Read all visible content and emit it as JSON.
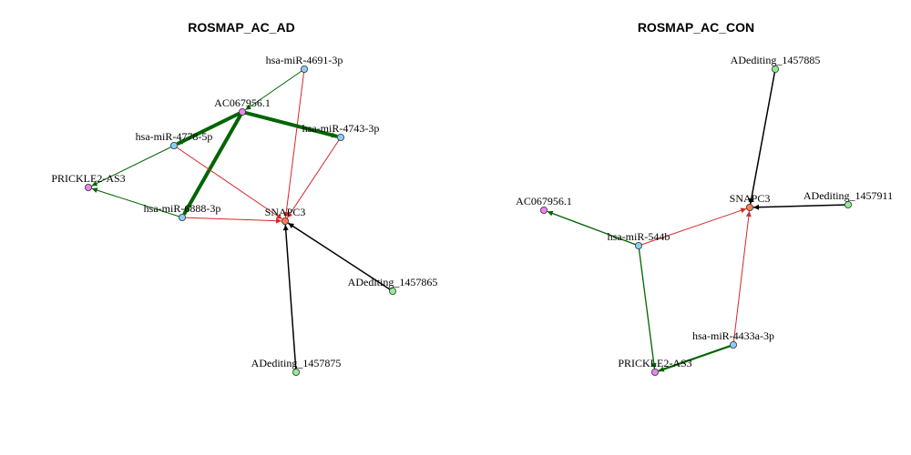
{
  "colors": {
    "mirna": "#87CEFA",
    "lncrna": "#EE82EE",
    "gene": "#FF7F50",
    "editing": "#90EE90",
    "edge_green": "#006400",
    "edge_red": "#D62728",
    "edge_black": "#000000"
  },
  "networks": [
    {
      "title": "ROSMAP_AC_AD",
      "nodes": [
        {
          "id": "hsa-miR-4691-3p",
          "type": "mirna"
        },
        {
          "id": "AC067956.1",
          "type": "lncrna"
        },
        {
          "id": "hsa-miR-4743-3p",
          "type": "mirna"
        },
        {
          "id": "hsa-miR-4778-5p",
          "type": "mirna"
        },
        {
          "id": "PRICKLE2-AS3",
          "type": "lncrna"
        },
        {
          "id": "hsa-miR-6888-3p",
          "type": "mirna"
        },
        {
          "id": "SNAPC3",
          "type": "gene"
        },
        {
          "id": "ADediting_1457865",
          "type": "editing"
        },
        {
          "id": "ADediting_1457875",
          "type": "editing"
        }
      ],
      "edges": [
        {
          "from": "hsa-miR-4691-3p",
          "to": "AC067956.1",
          "kind": "green",
          "weight": 1
        },
        {
          "from": "hsa-miR-4691-3p",
          "to": "SNAPC3",
          "kind": "red",
          "weight": 1
        },
        {
          "from": "AC067956.1",
          "to": "hsa-miR-4778-5p",
          "kind": "green",
          "weight": 4
        },
        {
          "from": "AC067956.1",
          "to": "hsa-miR-6888-3p",
          "kind": "green",
          "weight": 4
        },
        {
          "from": "AC067956.1",
          "to": "hsa-miR-4743-3p",
          "kind": "green",
          "weight": 4
        },
        {
          "from": "hsa-miR-4743-3p",
          "to": "SNAPC3",
          "kind": "red",
          "weight": 1
        },
        {
          "from": "hsa-miR-4778-5p",
          "to": "SNAPC3",
          "kind": "red",
          "weight": 1
        },
        {
          "from": "hsa-miR-4778-5p",
          "to": "PRICKLE2-AS3",
          "kind": "green",
          "weight": 1
        },
        {
          "from": "hsa-miR-6888-3p",
          "to": "PRICKLE2-AS3",
          "kind": "green",
          "weight": 1
        },
        {
          "from": "hsa-miR-6888-3p",
          "to": "SNAPC3",
          "kind": "red",
          "weight": 1
        },
        {
          "from": "ADediting_1457865",
          "to": "SNAPC3",
          "kind": "black",
          "weight": 1.5
        },
        {
          "from": "ADediting_1457875",
          "to": "SNAPC3",
          "kind": "black",
          "weight": 1.5
        }
      ]
    },
    {
      "title": "ROSMAP_AC_CON",
      "nodes": [
        {
          "id": "ADediting_1457885",
          "type": "editing"
        },
        {
          "id": "SNAPC3",
          "type": "gene"
        },
        {
          "id": "ADediting_1457911",
          "type": "editing"
        },
        {
          "id": "AC067956.1",
          "type": "lncrna"
        },
        {
          "id": "hsa-miR-544b",
          "type": "mirna"
        },
        {
          "id": "hsa-miR-4433a-3p",
          "type": "mirna"
        },
        {
          "id": "PRICKLE2-AS3",
          "type": "lncrna"
        }
      ],
      "edges": [
        {
          "from": "ADediting_1457885",
          "to": "SNAPC3",
          "kind": "black",
          "weight": 1.5
        },
        {
          "from": "ADediting_1457911",
          "to": "SNAPC3",
          "kind": "black",
          "weight": 1.5
        },
        {
          "from": "hsa-miR-544b",
          "to": "AC067956.1",
          "kind": "green",
          "weight": 1.3
        },
        {
          "from": "hsa-miR-544b",
          "to": "SNAPC3",
          "kind": "red",
          "weight": 1
        },
        {
          "from": "hsa-miR-544b",
          "to": "PRICKLE2-AS3",
          "kind": "green",
          "weight": 1.3
        },
        {
          "from": "hsa-miR-4433a-3p",
          "to": "PRICKLE2-AS3",
          "kind": "green",
          "weight": 2.2
        },
        {
          "from": "hsa-miR-4433a-3p",
          "to": "SNAPC3",
          "kind": "red",
          "weight": 1
        }
      ]
    }
  ]
}
